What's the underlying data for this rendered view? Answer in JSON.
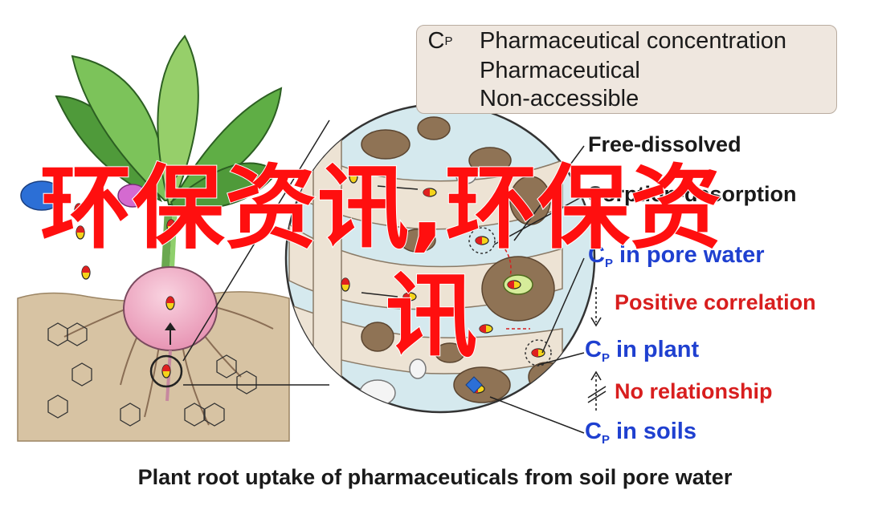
{
  "legend": {
    "cp_symbol": "C",
    "cp_subscript": "P",
    "items": [
      {
        "label": "Pharmaceutical concentration",
        "symbol": "cp-symbol"
      },
      {
        "label": "Pharmaceutical",
        "symbol": "pill-icon"
      },
      {
        "label": "Non-accessible",
        "symbol": "green-ellipse-icon"
      }
    ]
  },
  "labels": {
    "free_dissolved": "Free-dissolved",
    "sorption_desorption": "Sorption-desorption",
    "cp_symbol": "C",
    "cp_subscript": "P",
    "cp_pore_water": "in pore water",
    "positive_correlation": "Positive correlation",
    "cp_plant": "in plant",
    "no_relationship": "No relationship",
    "cp_soils": "in soils"
  },
  "caption": "Plant root uptake of pharmaceuticals from soil pore water",
  "watermark": {
    "line1": "环保资讯,环保资",
    "line2": "讯"
  },
  "colors": {
    "label_blue": "#1f40d0",
    "label_red": "#d81e1e",
    "watermark_red": "#ff0f0f",
    "soil": "#d7c3a3",
    "magnifier_fill": "#d5e9ee",
    "leaf_green": "#6aa84f",
    "radish_pink": "#f1b3c8"
  }
}
